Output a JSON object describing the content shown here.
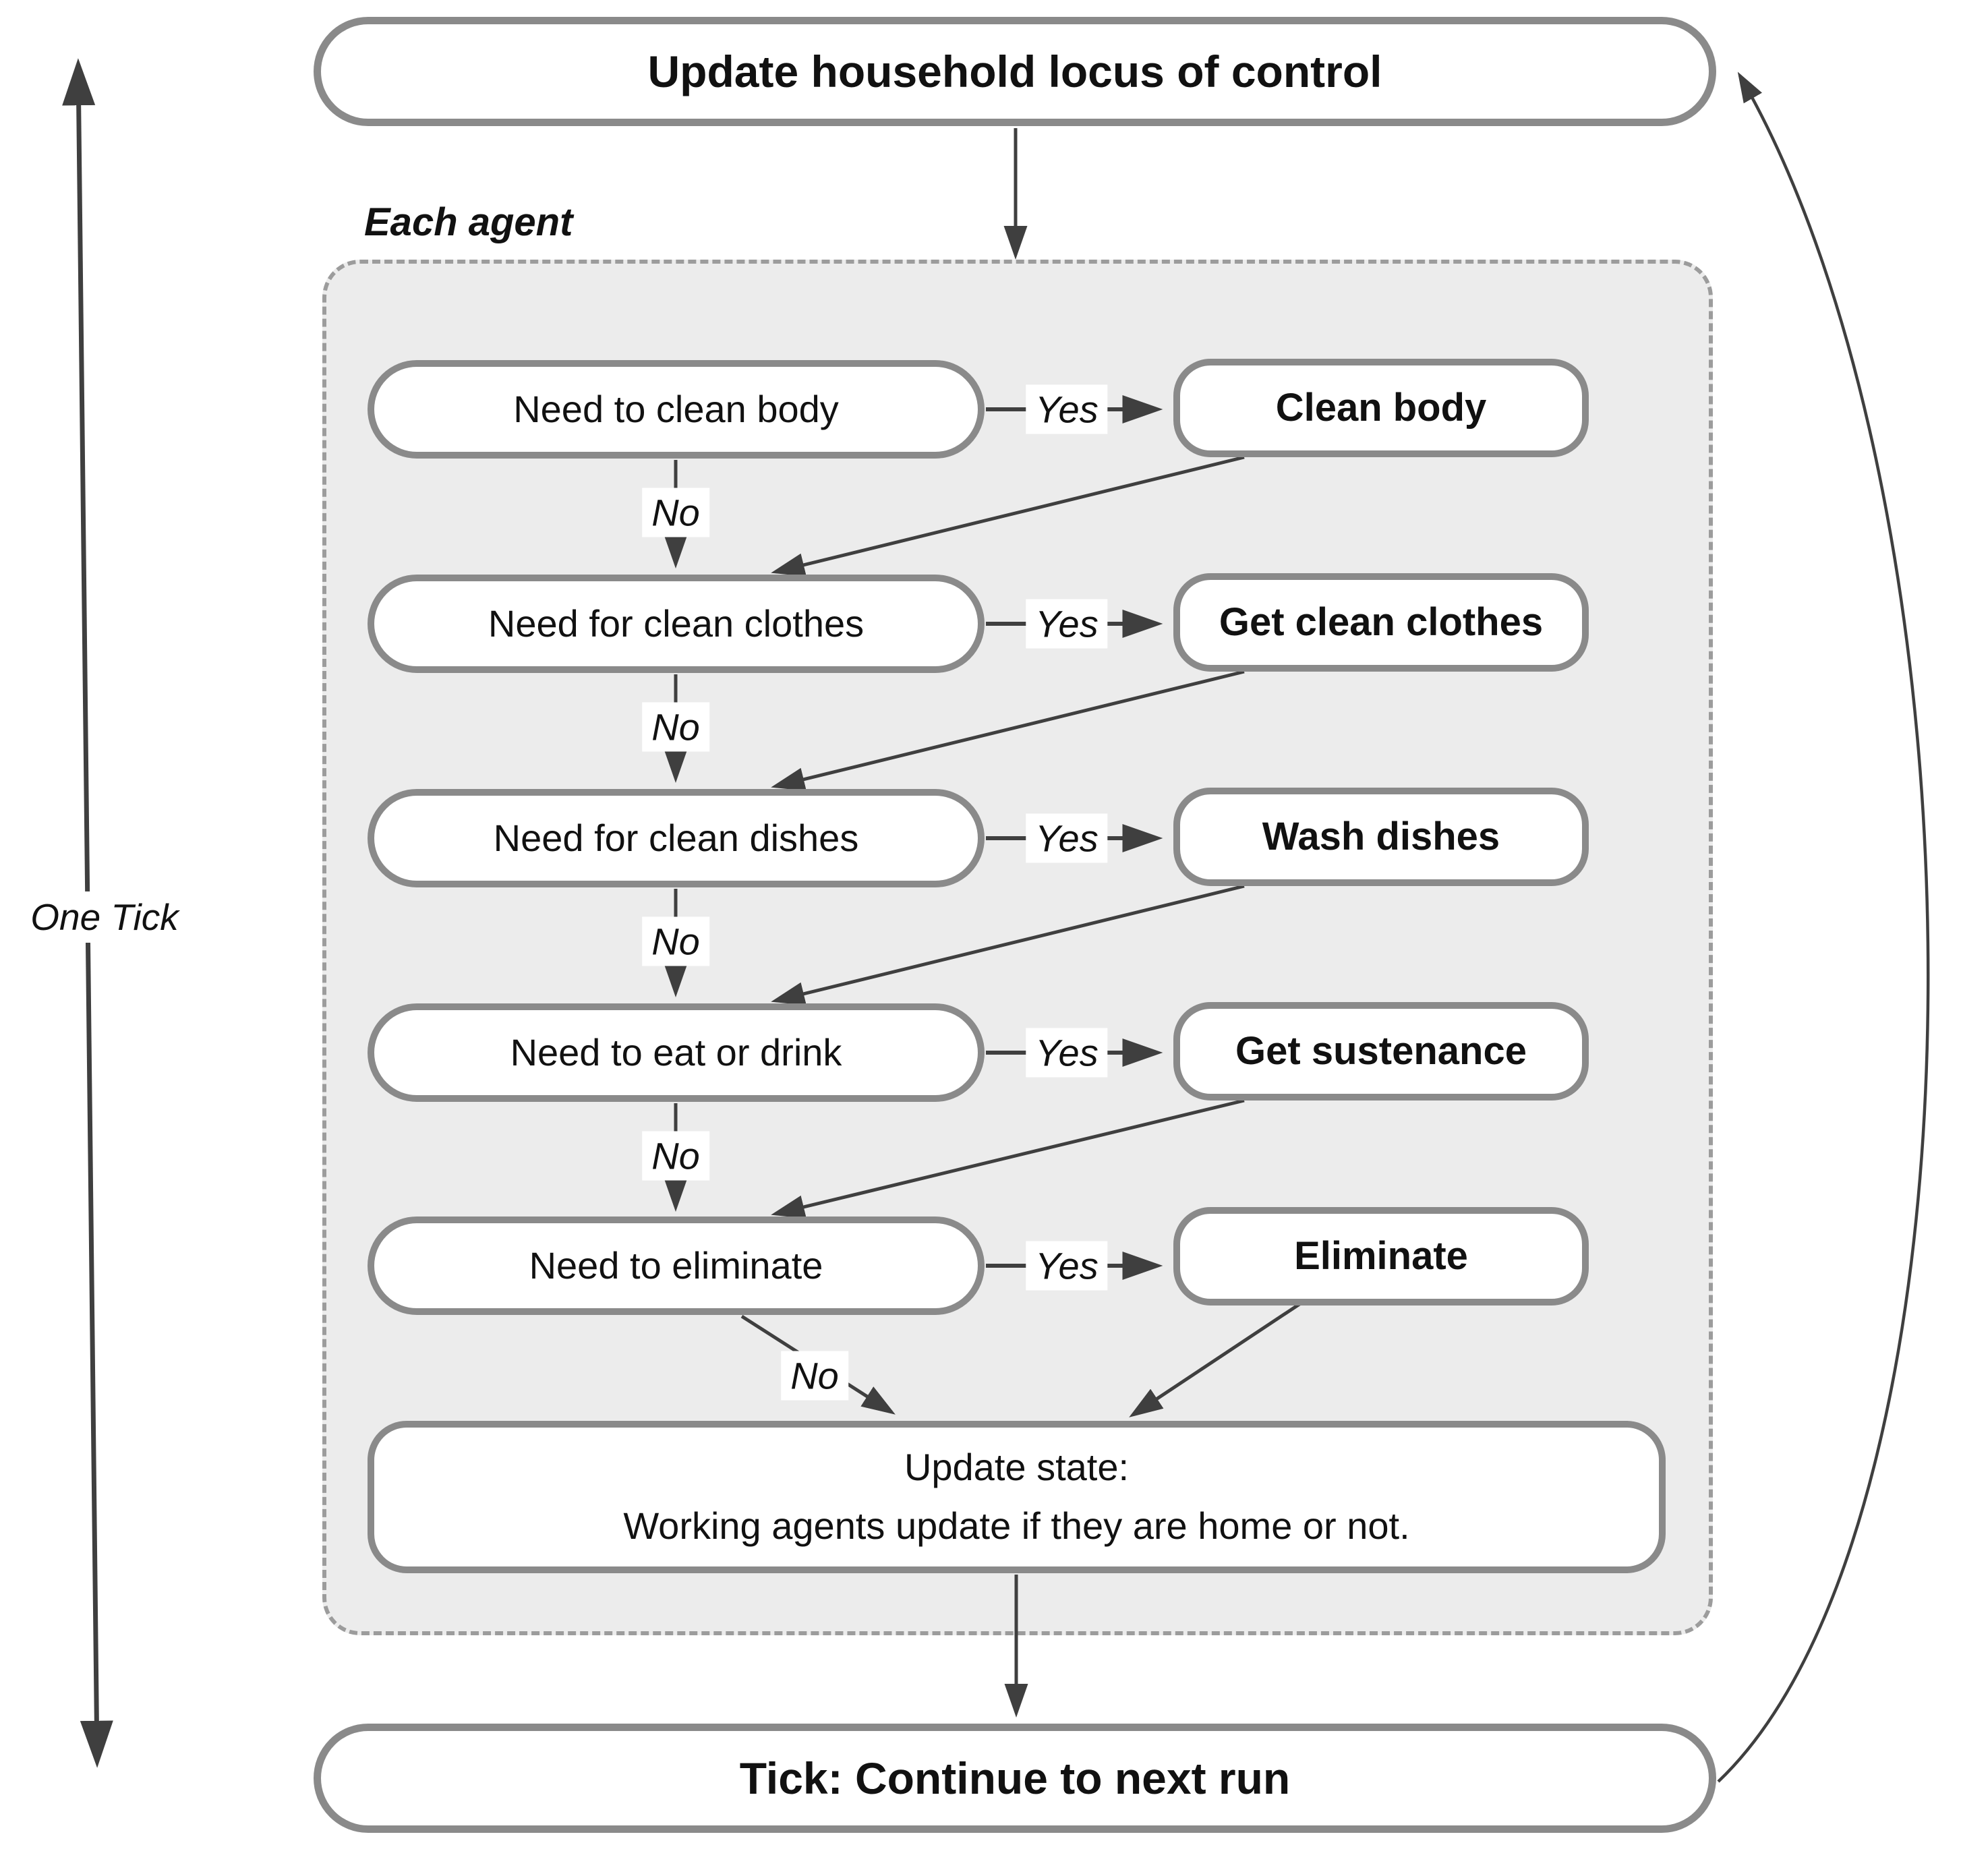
{
  "nodes": {
    "top": "Update household locus of control",
    "container_label": "Each agent",
    "one_tick": "One Tick",
    "update_state": {
      "line1": "Update state:",
      "line2": "Working agents update if they are home or not."
    },
    "bottom": "Tick: Continue to next run"
  },
  "rows": [
    {
      "decision": "Need to clean body",
      "yes": "Yes",
      "no": "No",
      "action": "Clean body"
    },
    {
      "decision": "Need for clean clothes",
      "yes": "Yes",
      "no": "No",
      "action": "Get clean clothes"
    },
    {
      "decision": "Need for clean dishes",
      "yes": "Yes",
      "no": "No",
      "action": "Wash dishes"
    },
    {
      "decision": "Need to eat or drink",
      "yes": "Yes",
      "no": "No",
      "action": "Get sustenance"
    },
    {
      "decision": "Need to eliminate",
      "yes": "Yes",
      "no": "No",
      "action": "Eliminate"
    }
  ],
  "colors": {
    "box_border": "#8a8a8a",
    "container_fill": "#ececec",
    "container_border": "#9c9c9c",
    "arrow": "#3f3f3f",
    "text": "#111111",
    "label_bg": "#ffffff",
    "node_fill": "#ffffff"
  }
}
